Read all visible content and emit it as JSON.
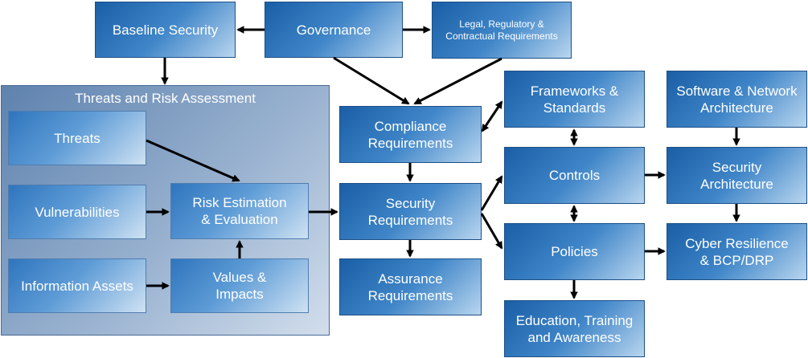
{
  "diagram": {
    "panel_title": "Threats and Risk Assessment",
    "nodes": {
      "baseline": "Baseline Security",
      "governance": "Governance",
      "legal": "Legal, Regulatory &\nContractual Requirements",
      "threats": "Threats",
      "vulnerabilities": "Vulnerabilities",
      "information_assets": "Information Assets",
      "risk_estimation": "Risk Estimation\n& Evaluation",
      "values_impacts": "Values &\nImpacts",
      "compliance": "Compliance\nRequirements",
      "security_req": "Security\nRequirements",
      "assurance": "Assurance\nRequirements",
      "frameworks": "Frameworks &\nStandards",
      "controls": "Controls",
      "policies": "Policies",
      "education": "Education, Training\nand Awareness",
      "software_network": "Software & Network\nArchitecture",
      "security_arch": "Security\nArchitecture",
      "cyber_resilience": "Cyber Resilience\n& BCP/DRP"
    }
  }
}
